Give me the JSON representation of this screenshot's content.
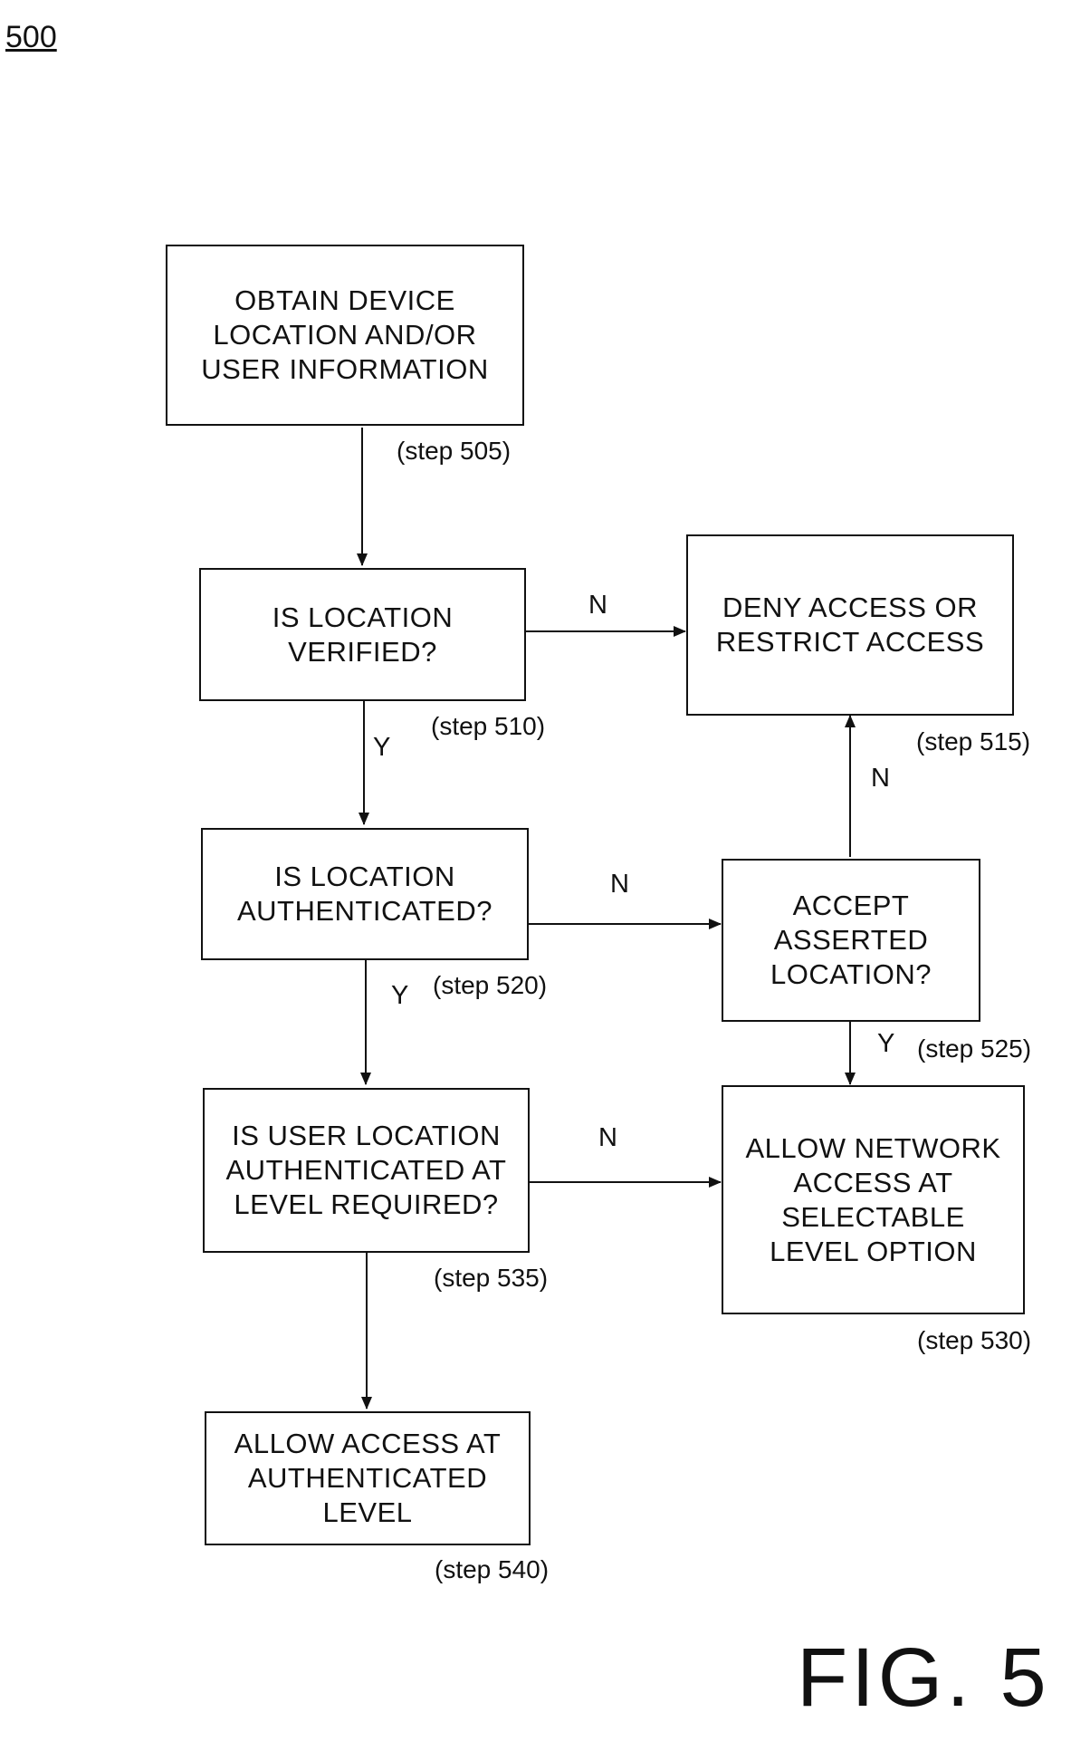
{
  "figure": {
    "reference_number": "500",
    "caption": "FIG. 5"
  },
  "steps": {
    "s505": {
      "text": "OBTAIN DEVICE LOCATION AND/OR USER INFORMATION",
      "label": "(step 505)"
    },
    "s510": {
      "text": "IS LOCATION VERIFIED?",
      "label": "(step 510)"
    },
    "s515": {
      "text": "DENY ACCESS OR RESTRICT ACCESS",
      "label": "(step 515)"
    },
    "s520": {
      "text": "IS LOCATION AUTHENTICATED?",
      "label": "(step 520)"
    },
    "s525": {
      "text": "ACCEPT ASSERTED LOCATION?",
      "label": "(step 525)"
    },
    "s530": {
      "text": "ALLOW NETWORK ACCESS AT SELECTABLE LEVEL OPTION",
      "label": "(step 530)"
    },
    "s535": {
      "text": "IS USER LOCATION AUTHENTICATED AT LEVEL REQUIRED?",
      "label": "(step 535)"
    },
    "s540": {
      "text": "ALLOW ACCESS AT AUTHENTICATED LEVEL",
      "label": "(step 540)"
    }
  },
  "edges": {
    "e510_515": "N",
    "e510_520": "Y",
    "e520_525": "N",
    "e520_535": "Y",
    "e525_515": "N",
    "e525_530": "Y",
    "e535_530": "N"
  }
}
